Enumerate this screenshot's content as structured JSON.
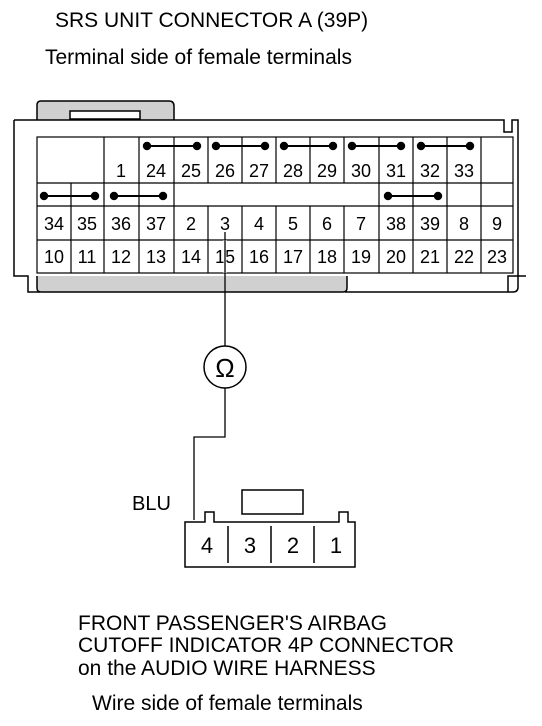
{
  "top_connector": {
    "title": "SRS UNIT CONNECTOR A (39P)",
    "subtitle": "Terminal side of female terminals",
    "row1": [
      "1",
      "24",
      "25",
      "26",
      "27",
      "28",
      "29",
      "30",
      "31",
      "32",
      "33"
    ],
    "row2": [
      "34",
      "35",
      "36",
      "37",
      "2",
      "3",
      "4",
      "5",
      "6",
      "7",
      "38",
      "39",
      "8",
      "9"
    ],
    "row3": [
      "10",
      "11",
      "12",
      "13",
      "14",
      "15",
      "16",
      "17",
      "18",
      "19",
      "20",
      "21",
      "22",
      "23"
    ]
  },
  "meter": {
    "symbol": "Ω"
  },
  "wire": {
    "color_code": "BLU"
  },
  "bottom_connector": {
    "terminals": [
      "4",
      "3",
      "2",
      "1"
    ],
    "title_lines": [
      "FRONT PASSENGER'S AIRBAG",
      "CUTOFF INDICATOR 4P CONNECTOR",
      "on the AUDIO WIRE HARNESS"
    ],
    "subtitle": "Wire side of female terminals"
  }
}
